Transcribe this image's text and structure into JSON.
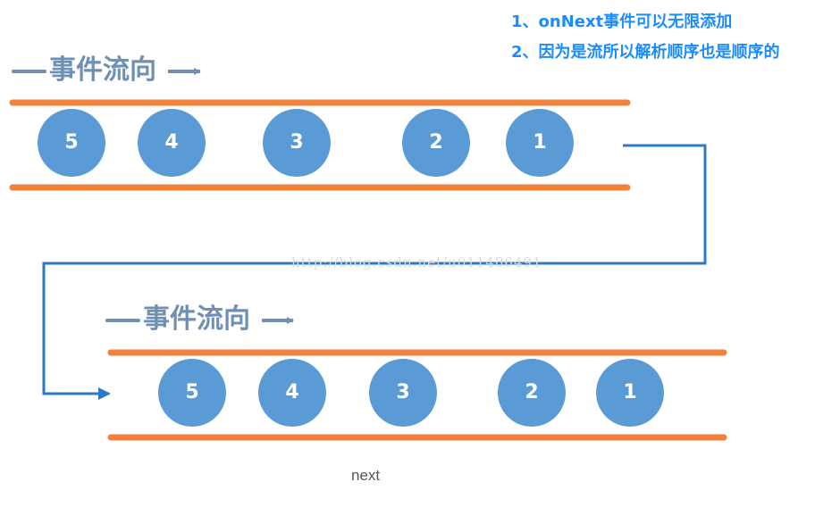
{
  "notes": {
    "line1": "1、onNext事件可以无限添加",
    "line2": "2、因为是流所以解析顺序也是顺序的"
  },
  "flows": {
    "top_label": "事件流向",
    "bottom_label": "事件流向"
  },
  "balls_top": [
    "5",
    "4",
    "3",
    "2",
    "1"
  ],
  "balls_bottom": [
    "5",
    "4",
    "3",
    "2",
    "1"
  ],
  "watermark": "http://blog.csdn.net/u011486491",
  "caption": "next",
  "colors": {
    "rail": "#f0823c",
    "ball": "#5b9bd5",
    "connector": "#2d78c8",
    "flow_label": "#6f90b4",
    "note_text": "#1a8cff"
  }
}
